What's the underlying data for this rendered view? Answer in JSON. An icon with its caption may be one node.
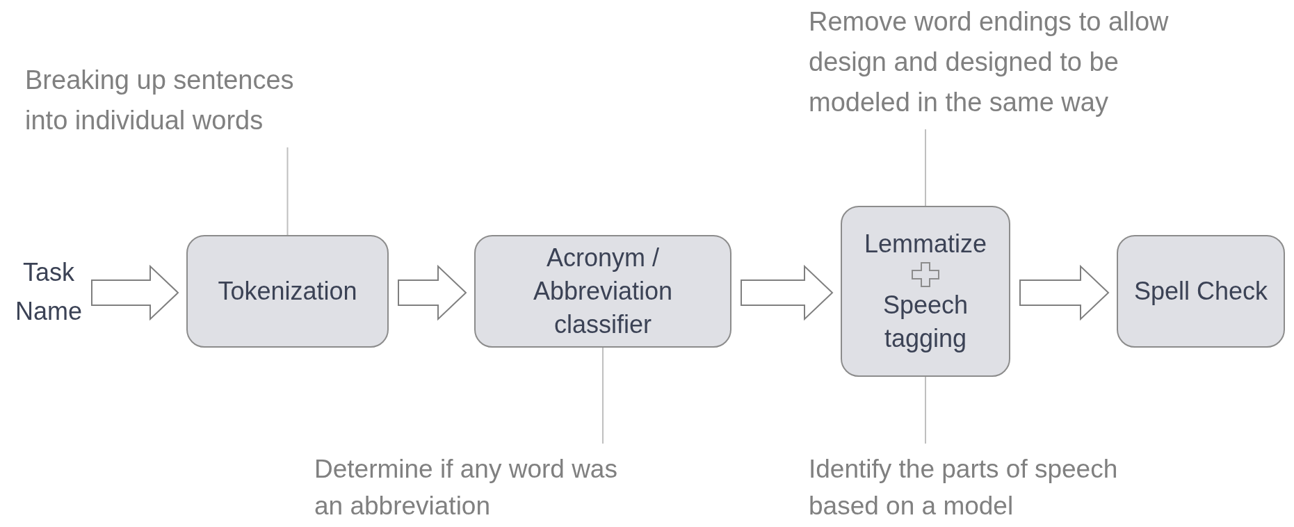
{
  "diagram": {
    "nodes": [
      {
        "text": [
          "Task Name"
        ]
      },
      {
        "text": [
          "Tokenization"
        ]
      },
      {
        "text": [
          "Acronym / Abbreviation classifier"
        ]
      },
      {
        "text": [
          "Lemmatize",
          "Speech tagging"
        ]
      },
      {
        "text": [
          "Spell Check"
        ]
      },
      {
        "text": [
          "Breaking up sentences into individual words"
        ]
      },
      {
        "text": [
          "Determine if any word was an abbreviation"
        ]
      },
      {
        "text": [
          "Remove word endings to allow design and designed to be modeled in the same way"
        ]
      },
      {
        "text": [
          "Identify the parts of speech based on a model"
        ]
      }
    ],
    "edges": [
      {
        "from": 0,
        "to": 1,
        "arrow": "to",
        "style": "thick"
      },
      {
        "from": 1,
        "to": 2,
        "arrow": "to",
        "style": "thick"
      },
      {
        "from": 2,
        "to": 3,
        "arrow": "to",
        "style": "thick"
      },
      {
        "from": 3,
        "to": 4,
        "arrow": "to",
        "style": "thick"
      },
      {
        "from": 5,
        "to": 1,
        "arrow": "none",
        "color": "#bfbfbf"
      },
      {
        "from": 6,
        "to": 2,
        "arrow": "none",
        "color": "#bfbfbf"
      },
      {
        "from": 7,
        "to": 3,
        "arrow": "none",
        "color": "#bfbfbf"
      },
      {
        "from": 8,
        "to": 3,
        "arrow": "none",
        "color": "#bfbfbf"
      }
    ]
  }
}
